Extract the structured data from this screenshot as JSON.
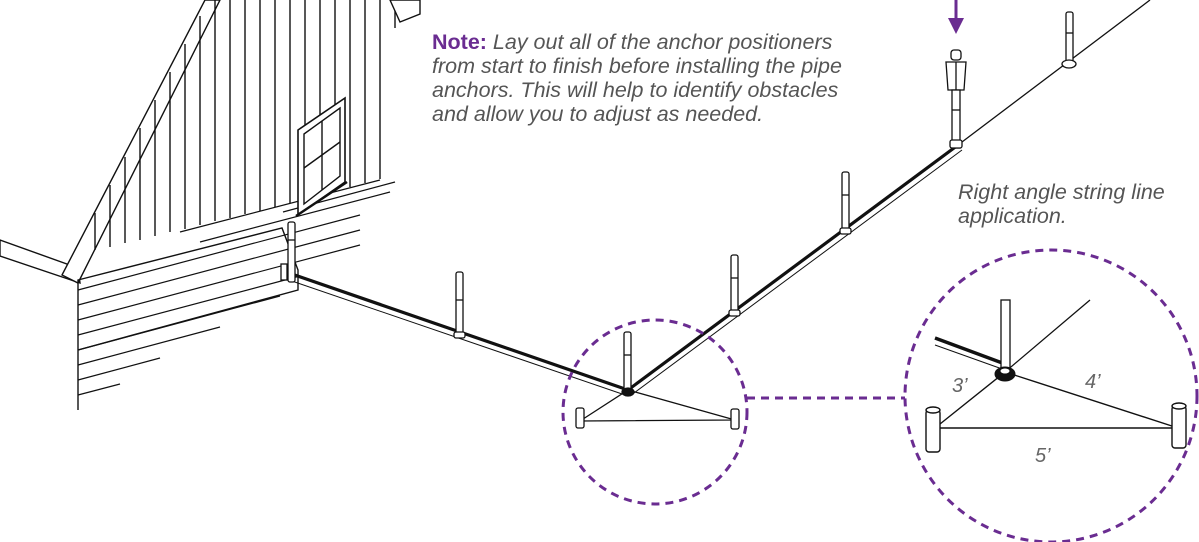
{
  "note": {
    "label": "Note:",
    "text": "Lay out all of the anchor positioners from start to finish before installing the pipe anchors. This will help to identify obstacles and allow you to adjust as needed."
  },
  "detail": {
    "caption": "Right angle string line application.",
    "side_a": "3’",
    "side_b": "4’",
    "side_c": "5’"
  },
  "colors": {
    "accent": "#6a2c91",
    "line": "#111111",
    "text": "#555555"
  },
  "icons": [
    "arrow-down-icon",
    "pipe-anchor-icon",
    "anchor-positioner-icon",
    "stake-icon"
  ]
}
